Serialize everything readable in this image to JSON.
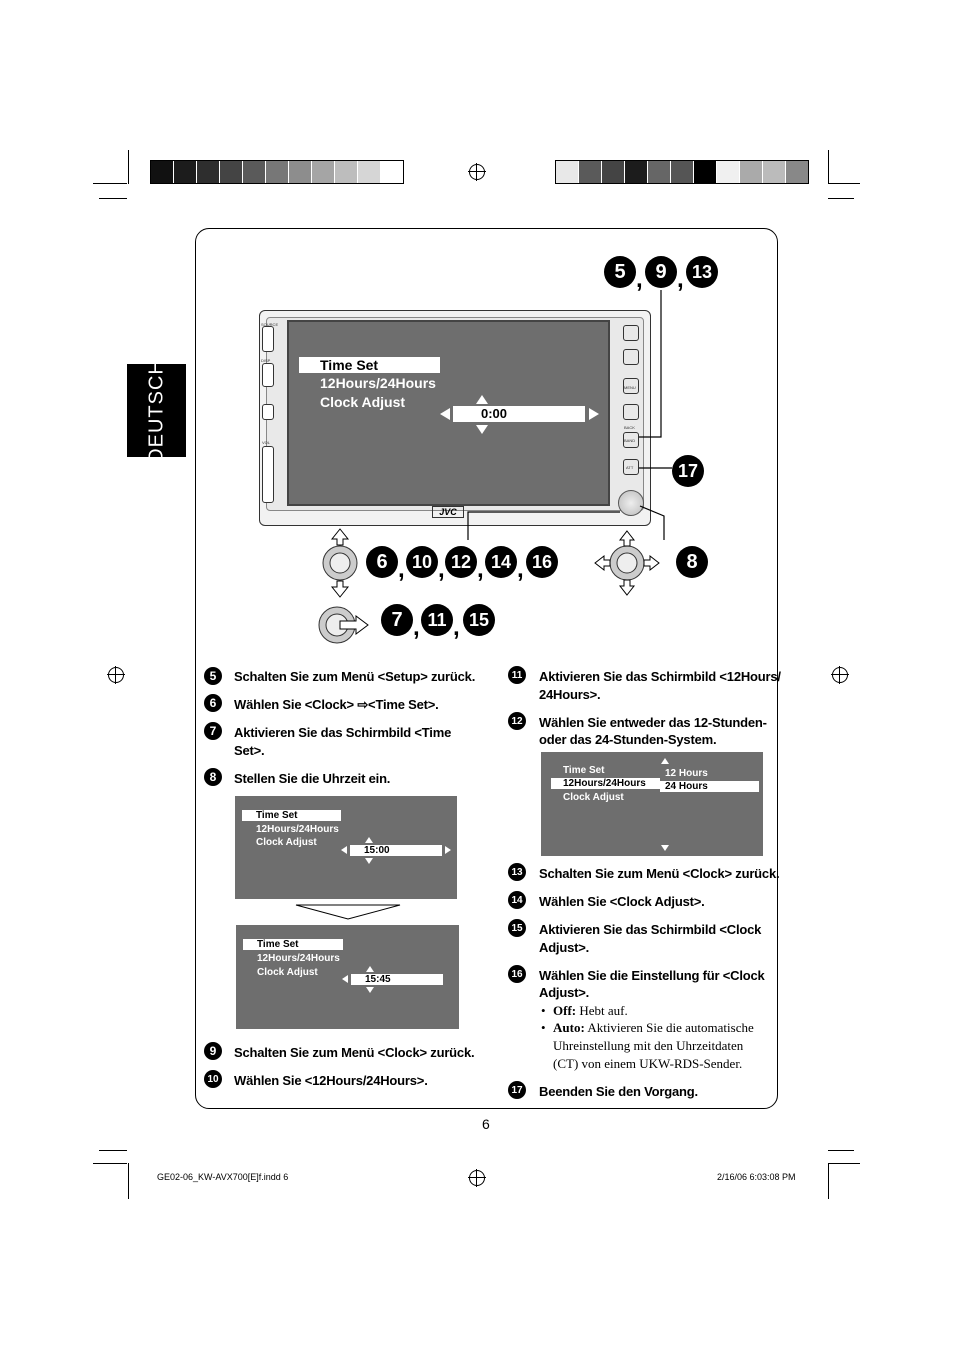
{
  "page": {
    "language_tab": "DEUTSCH",
    "page_number": "6",
    "footer_left": "GE02-06_KW-AVX700[E]f.indd   6",
    "footer_right": "2/16/06   6:03:08 PM"
  },
  "colors": {
    "screen_gray": "#6e6e6e",
    "badge_black": "#000000"
  },
  "device": {
    "menu": {
      "item1": "Time Set",
      "item2": "12Hours/24Hours",
      "item3": "Clock Adjust",
      "value": "0:00"
    },
    "brand": "JVC",
    "left_labels": [
      "SOURCE",
      "DISP",
      "VOL"
    ],
    "right_labels": [
      "MENU",
      "BACK",
      "BAND",
      "ATT"
    ],
    "callouts": {
      "group_top": [
        "5",
        "9",
        "13"
      ],
      "group_mid": [
        "6",
        "10",
        "12",
        "14",
        "16"
      ],
      "group_bottom": [
        "7",
        "11",
        "15"
      ],
      "single_8": "8",
      "single_17": "17"
    }
  },
  "steps_left": [
    {
      "num": "5",
      "text": "Schalten Sie zum Menü <Setup> zurück."
    },
    {
      "num": "6",
      "text": "Wählen Sie <Clock> ⇨<Time  Set>."
    },
    {
      "num": "7",
      "text": "Aktivieren Sie das Schirmbild <Time",
      "text2": "Set>."
    },
    {
      "num": "8",
      "text": "Stellen Sie die Uhrzeit ein."
    },
    {
      "num": "9",
      "text": "Schalten Sie zum Menü <Clock> zurück."
    },
    {
      "num": "10",
      "text": "Wählen Sie <12Hours/24Hours>."
    }
  ],
  "mini_screen_1": {
    "item1": "Time Set",
    "item2": "12Hours/24Hours",
    "item3": "Clock Adjust",
    "value": "15:00"
  },
  "mini_screen_2": {
    "item1": "Time Set",
    "item2": "12Hours/24Hours",
    "item3": "Clock Adjust",
    "value": "15:45"
  },
  "steps_right": [
    {
      "num": "11",
      "text": "Aktivieren Sie das Schirmbild <12Hours/",
      "text2": "24Hours>."
    },
    {
      "num": "12",
      "text": "Wählen Sie entweder das 12-Stunden-",
      "text2": "oder das 24-Stunden-System."
    },
    {
      "num": "13",
      "text": "Schalten Sie zum Menü <Clock> zurück."
    },
    {
      "num": "14",
      "text": "Wählen Sie <Clock Adjust>."
    },
    {
      "num": "15",
      "text": "Aktivieren Sie das Schirmbild <Clock",
      "text2": "Adjust>."
    },
    {
      "num": "16",
      "text": "Wählen Sie die Einstellung für <Clock",
      "text2": "Adjust>."
    },
    {
      "num": "17",
      "text": "Beenden Sie den Vorgang."
    }
  ],
  "mini_screen_3": {
    "item1": "Time Set",
    "item2": "12Hours/24Hours",
    "item3": "Clock Adjust",
    "opt1": "12 Hours",
    "opt2": "24  Hours"
  },
  "bullets": [
    {
      "label": "Off:",
      "text": " Hebt auf."
    },
    {
      "label": "Auto:",
      "text": " Aktivieren Sie die automatische",
      "line2": "Uhreinstellung mit den Uhrzeitdaten",
      "line3": "(CT) von einem UKW-RDS-Sender."
    }
  ]
}
